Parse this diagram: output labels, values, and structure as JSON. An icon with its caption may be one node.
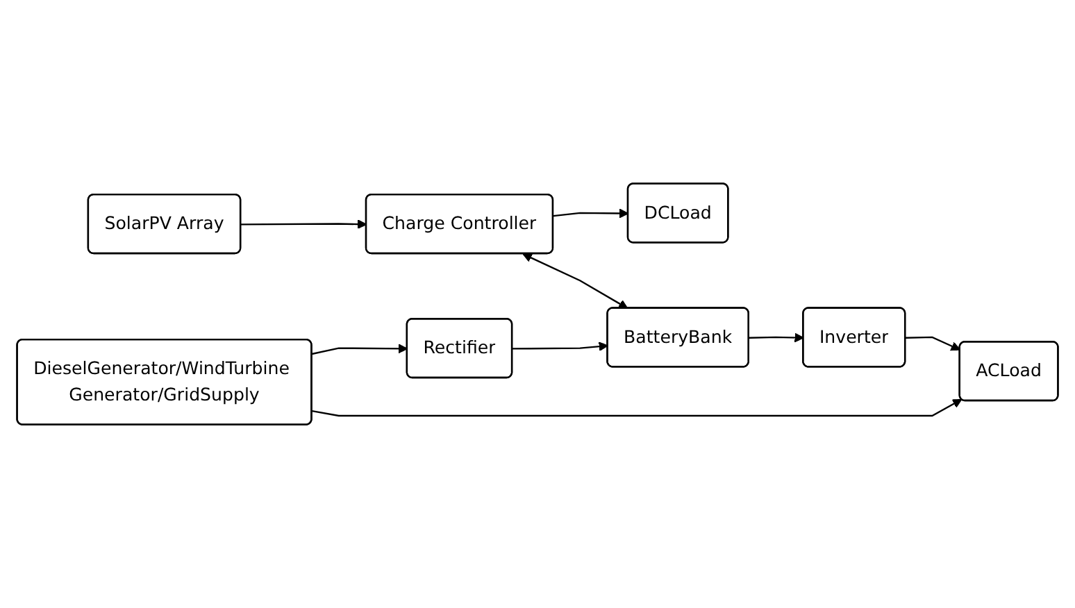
{
  "diagram": {
    "nodes": [
      {
        "text": [
          "SolarPV Array"
        ]
      },
      {
        "text": [
          "Charge Controller"
        ]
      },
      {
        "text": [
          "DCLoad"
        ]
      },
      {
        "text": [
          "Rectifier"
        ]
      },
      {
        "text": [
          "BatteryBank"
        ]
      },
      {
        "text": [
          "Inverter"
        ]
      },
      {
        "text": [
          "DieselGenerator/WindTurbine Generator/GridSupply"
        ]
      },
      {
        "text": [
          "ACLoad"
        ]
      }
    ],
    "edges": [
      {
        "from": 0,
        "to": 1,
        "arrow": "to"
      },
      {
        "from": 1,
        "to": 2,
        "arrow": "to"
      },
      {
        "from": 1,
        "to": 4,
        "arrow": "both"
      },
      {
        "from": 3,
        "to": 4,
        "arrow": "to"
      },
      {
        "from": 4,
        "to": 5,
        "arrow": "to"
      },
      {
        "from": 6,
        "to": 3,
        "arrow": "to"
      },
      {
        "from": 5,
        "to": 7,
        "arrow": "to"
      },
      {
        "from": 6,
        "to": 7,
        "arrow": "to"
      }
    ]
  }
}
